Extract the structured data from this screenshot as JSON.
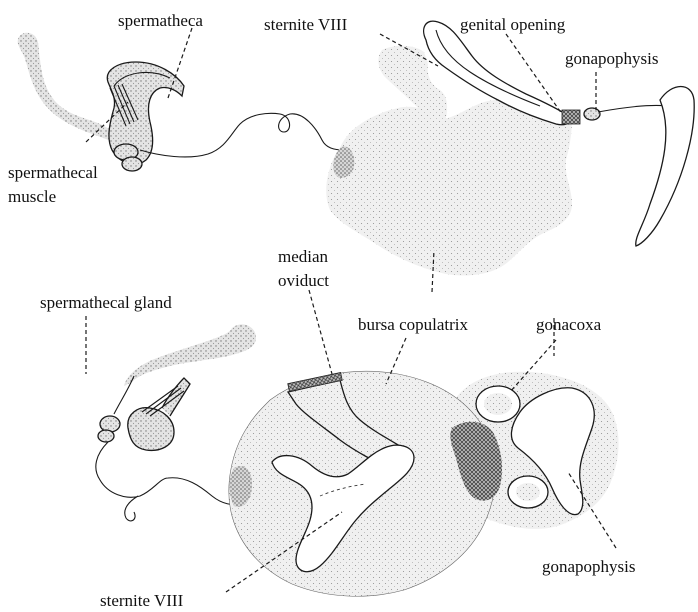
{
  "labels": {
    "spermatheca": "spermatheca",
    "sternite_viii_top": "sternite VIII",
    "genital_opening": "genital opening",
    "gonapophysis_top": "gonapophysis",
    "spermathecal_muscle_1": "spermathecal",
    "spermathecal_muscle_2": "muscle",
    "median_oviduct_1": "median",
    "median_oviduct_2": "oviduct",
    "spermathecal_gland": "spermathecal gland",
    "bursa_copulatrix": "bursa copulatrix",
    "gonacoxa": "gonacoxa",
    "gonapophysis_bottom": "gonapophysis",
    "sternite_viii_bottom": "sternite VIII"
  }
}
